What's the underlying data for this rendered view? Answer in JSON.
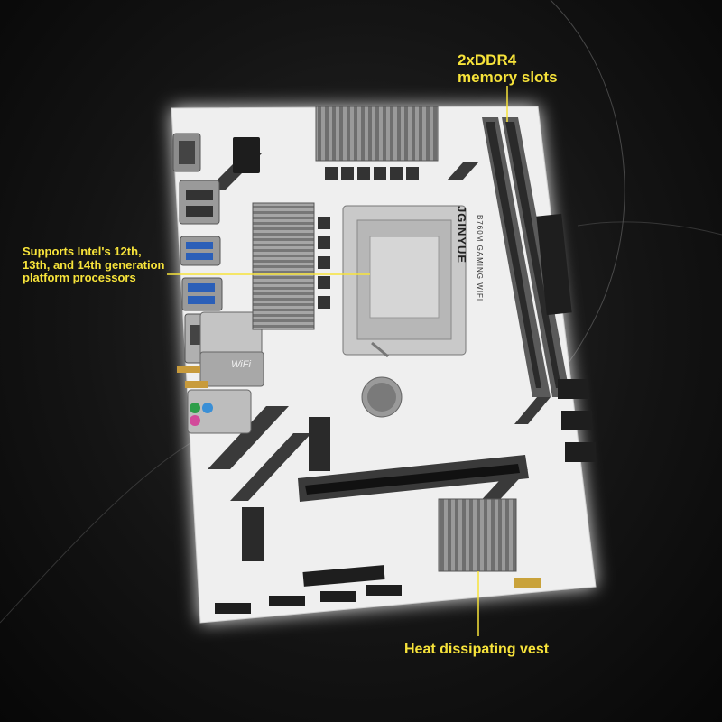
{
  "callouts": {
    "memory": [
      "2xDDR4",
      "memory slots"
    ],
    "cpu": [
      "Supports Intel's 12th,",
      "13th, and 14th generation",
      "platform processors"
    ],
    "heat": "Heat dissipating vest"
  },
  "board": {
    "brand": "JGINYUE",
    "model": "B760M GAMING WIFI",
    "wifi_label": "WiFi"
  },
  "colors": {
    "callout_text": "#f7e33a",
    "board_white": "#ececec",
    "accent_gray": "#3a3a3a",
    "background": "#0b0b0b"
  }
}
